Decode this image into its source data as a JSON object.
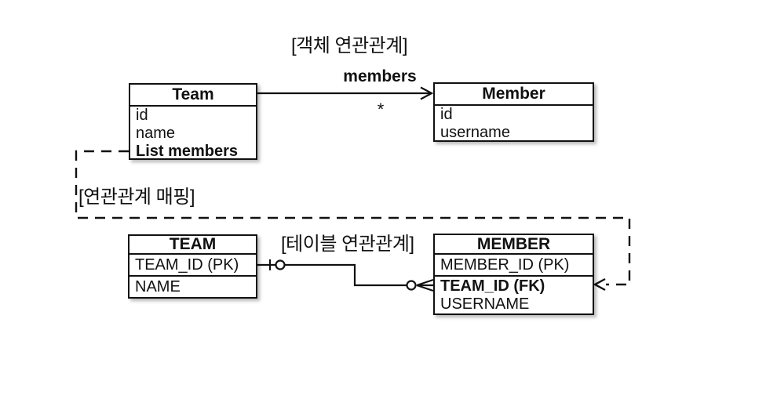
{
  "diagram": {
    "object_section_title": "[객체 연관관계]",
    "mapping_section_title": "[연관관계 매핑]",
    "table_section_title": "[테이블 연관관계]",
    "object_model": {
      "team": {
        "title": "Team",
        "fields": [
          "id",
          "name",
          "List members"
        ]
      },
      "member": {
        "title": "Member",
        "fields": [
          "id",
          "username"
        ]
      },
      "association": {
        "label": "members",
        "target_multiplicity": "*"
      }
    },
    "table_model": {
      "team": {
        "title": "TEAM",
        "columns": [
          "TEAM_ID (PK)",
          "NAME"
        ]
      },
      "member": {
        "title": "MEMBER",
        "columns": [
          "MEMBER_ID (PK)",
          "TEAM_ID (FK)",
          "USERNAME"
        ]
      }
    },
    "colors": {
      "line": "#111111",
      "background": "#ffffff"
    }
  }
}
